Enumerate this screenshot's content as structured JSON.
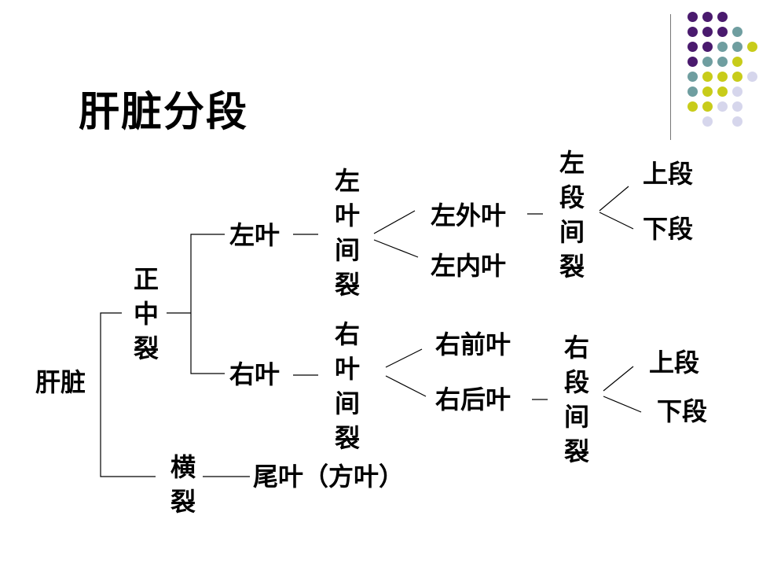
{
  "title": "肝脏分段",
  "decoration": {
    "colors": {
      "purple": "#4a1a6e",
      "teal": "#6f9ea0",
      "yellow": "#c8cc1a",
      "lavender": "#d6d6ec"
    },
    "dot_rows": [
      [
        "purple",
        "purple",
        "purple",
        null
      ],
      [
        "purple",
        "purple",
        "purple",
        "teal"
      ],
      [
        "purple",
        "purple",
        "teal",
        "teal",
        "yellow"
      ],
      [
        "purple",
        "teal",
        "teal",
        "yellow",
        null
      ],
      [
        "teal",
        "yellow",
        "yellow",
        "yellow",
        "lavender"
      ],
      [
        "teal",
        "yellow",
        "yellow",
        "lavender",
        null
      ],
      [
        "yellow",
        "yellow",
        "lavender",
        "lavender",
        null
      ],
      [
        null,
        "lavender",
        null,
        "lavender",
        null
      ]
    ]
  },
  "tree": {
    "root": "肝脏",
    "median_fissure": "正中裂",
    "transverse_fissure": "横裂",
    "left_lobe": "左叶",
    "right_lobe": "右叶",
    "caudate_lobe": "尾叶（方叶）",
    "left_interlobar_fissure": "左叶间裂",
    "right_interlobar_fissure": "右叶间裂",
    "left_lateral_lobe": "左外叶",
    "left_medial_lobe": "左内叶",
    "right_anterior_lobe": "右前叶",
    "right_posterior_lobe": "右后叶",
    "left_segmental_fissure": "左段间裂",
    "right_segmental_fissure": "右段间裂",
    "left_upper_segment": "上段",
    "left_lower_segment": "下段",
    "right_upper_segment": "上段",
    "right_lower_segment": "下段"
  }
}
